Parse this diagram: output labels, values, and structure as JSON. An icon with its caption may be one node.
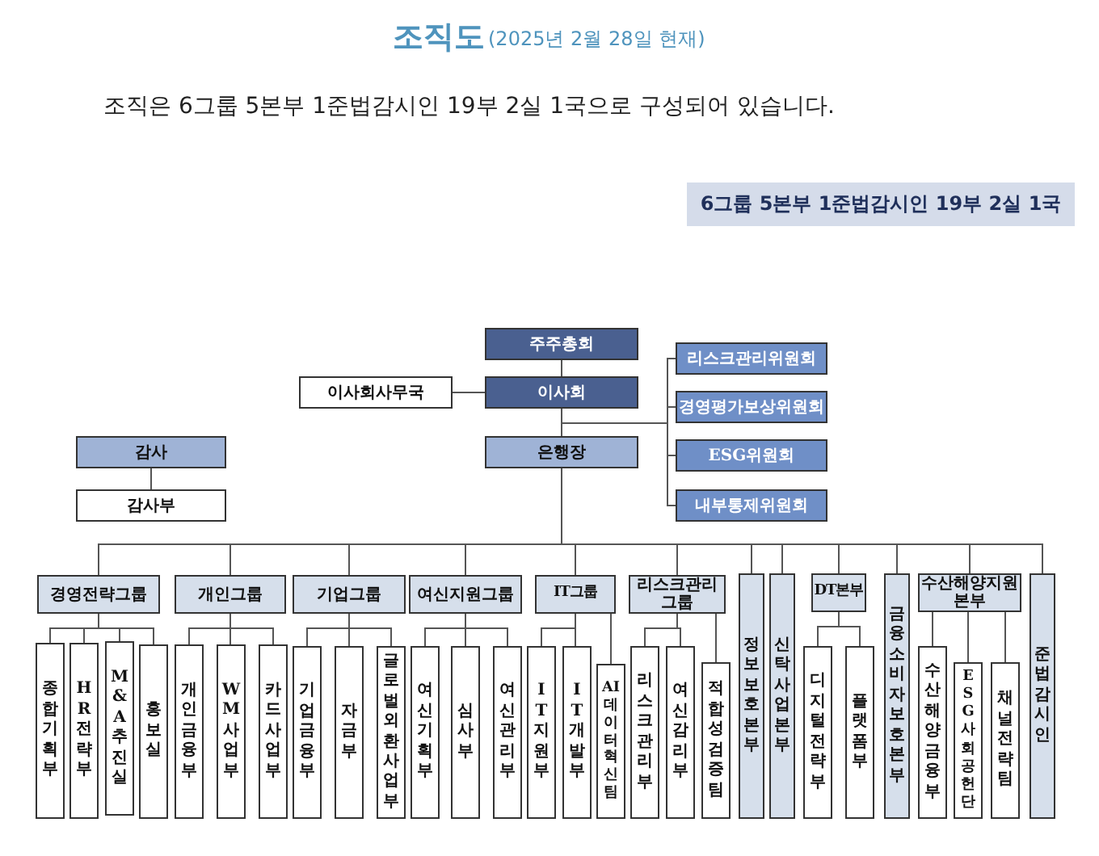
{
  "diagram": {
    "title": "조직도",
    "nodes": [
      {
        "text": [
          "6그룹 5본부 1준법감시인 19부 2실 1국"
        ]
      },
      {
        "text": [
          "주주총회"
        ]
      },
      {
        "text": [
          "이사회사무국"
        ]
      },
      {
        "text": [
          "이사회"
        ]
      },
      {
        "text": [
          "리스크관리위원회"
        ]
      },
      {
        "text": [
          "경영평가보상위원회"
        ]
      },
      {
        "text": [
          "ESG위원회"
        ]
      },
      {
        "text": [
          "내부통제위원회"
        ]
      },
      {
        "text": [
          "감사"
        ]
      },
      {
        "text": [
          "은행장"
        ]
      },
      {
        "text": [
          "감사부"
        ]
      },
      {
        "text": [
          "경영전략그룹"
        ]
      },
      {
        "text": [
          "개인그룹"
        ]
      },
      {
        "text": [
          "기업그룹"
        ]
      },
      {
        "text": [
          "여신지원그룹"
        ]
      },
      {
        "text": [
          "IT그룹"
        ]
      },
      {
        "text": [
          "리스크관리그룹"
        ]
      },
      {
        "text": [
          "정보보호본부"
        ]
      },
      {
        "text": [
          "신탁사업본부"
        ]
      },
      {
        "text": [
          "DT본부"
        ]
      },
      {
        "text": [
          "금융소비자보호본부"
        ]
      },
      {
        "text": [
          "수산해양지원본부"
        ]
      },
      {
        "text": [
          "준법감시인"
        ]
      },
      {
        "text": [
          "종합기획부"
        ]
      },
      {
        "text": [
          "HR전략부"
        ]
      },
      {
        "text": [
          "M&A추진실"
        ]
      },
      {
        "text": [
          "홍보실"
        ]
      },
      {
        "text": [
          "개인금융부"
        ]
      },
      {
        "text": [
          "WM사업부"
        ]
      },
      {
        "text": [
          "카드사업부"
        ]
      },
      {
        "text": [
          "기업금융부"
        ]
      },
      {
        "text": [
          "자금부"
        ]
      },
      {
        "text": [
          "글로벌외환사업부"
        ]
      },
      {
        "text": [
          "여신기획부"
        ]
      },
      {
        "text": [
          "심사부"
        ]
      },
      {
        "text": [
          "여신관리부"
        ]
      },
      {
        "text": [
          "IT지원부"
        ]
      },
      {
        "text": [
          "IT개발부"
        ]
      },
      {
        "text": [
          "AI데이터혁신팀"
        ]
      },
      {
        "text": [
          "리스크관리부"
        ]
      },
      {
        "text": [
          "여신감리부"
        ]
      },
      {
        "text": [
          "적합성검증팀"
        ]
      },
      {
        "text": [
          "디지털전략부"
        ]
      },
      {
        "text": [
          "플랫폼부"
        ]
      },
      {
        "text": [
          "수산해양금융부"
        ]
      },
      {
        "text": [
          "ESG사회공헌단"
        ]
      },
      {
        "text": [
          "채널전략팀"
        ]
      }
    ],
    "edges": [
      {
        "from": 1,
        "to": 3,
        "arrow": "none"
      },
      {
        "from": 3,
        "to": 2,
        "arrow": "none"
      },
      {
        "from": 3,
        "to": 9,
        "arrow": "none"
      },
      {
        "from": 3,
        "to": 4,
        "arrow": "none"
      },
      {
        "from": 3,
        "to": 5,
        "arrow": "none"
      },
      {
        "from": 3,
        "to": 6,
        "arrow": "none"
      },
      {
        "from": 3,
        "to": 7,
        "arrow": "none"
      },
      {
        "from": 8,
        "to": 10,
        "arrow": "none"
      },
      {
        "from": 9,
        "to": 11,
        "arrow": "none"
      },
      {
        "from": 9,
        "to": 12,
        "arrow": "none"
      },
      {
        "from": 9,
        "to": 13,
        "arrow": "none"
      },
      {
        "from": 9,
        "to": 14,
        "arrow": "none"
      },
      {
        "from": 9,
        "to": 15,
        "arrow": "none"
      },
      {
        "from": 9,
        "to": 16,
        "arrow": "none"
      },
      {
        "from": 9,
        "to": 17,
        "arrow": "none"
      },
      {
        "from": 9,
        "to": 18,
        "arrow": "none"
      },
      {
        "from": 9,
        "to": 19,
        "arrow": "none"
      },
      {
        "from": 9,
        "to": 20,
        "arrow": "none"
      },
      {
        "from": 9,
        "to": 21,
        "arrow": "none"
      },
      {
        "from": 9,
        "to": 22,
        "arrow": "none"
      },
      {
        "from": 11,
        "to": 23,
        "arrow": "none"
      },
      {
        "from": 11,
        "to": 24,
        "arrow": "none"
      },
      {
        "from": 11,
        "to": 25,
        "arrow": "none"
      },
      {
        "from": 11,
        "to": 26,
        "arrow": "none"
      },
      {
        "from": 12,
        "to": 27,
        "arrow": "none"
      },
      {
        "from": 12,
        "to": 28,
        "arrow": "none"
      },
      {
        "from": 12,
        "to": 29,
        "arrow": "none"
      },
      {
        "from": 13,
        "to": 30,
        "arrow": "none"
      },
      {
        "from": 13,
        "to": 31,
        "arrow": "none"
      },
      {
        "from": 13,
        "to": 32,
        "arrow": "none"
      },
      {
        "from": 14,
        "to": 33,
        "arrow": "none"
      },
      {
        "from": 14,
        "to": 34,
        "arrow": "none"
      },
      {
        "from": 14,
        "to": 35,
        "arrow": "none"
      },
      {
        "from": 15,
        "to": 36,
        "arrow": "none"
      },
      {
        "from": 15,
        "to": 37,
        "arrow": "none"
      },
      {
        "from": 15,
        "to": 38,
        "arrow": "none"
      },
      {
        "from": 16,
        "to": 39,
        "arrow": "none"
      },
      {
        "from": 16,
        "to": 40,
        "arrow": "none"
      },
      {
        "from": 16,
        "to": 41,
        "arrow": "none"
      },
      {
        "from": 19,
        "to": 42,
        "arrow": "none"
      },
      {
        "from": 19,
        "to": 43,
        "arrow": "none"
      },
      {
        "from": 21,
        "to": 44,
        "arrow": "none"
      },
      {
        "from": 21,
        "to": 45,
        "arrow": "none"
      },
      {
        "from": 21,
        "to": 46,
        "arrow": "none"
      }
    ],
    "labels": [
      "(2025년 2월 28일 현재)",
      "조직은 6그룹 5본부 1준법감시인 19부 2실 1국으로 구성되어 있습니다."
    ]
  }
}
